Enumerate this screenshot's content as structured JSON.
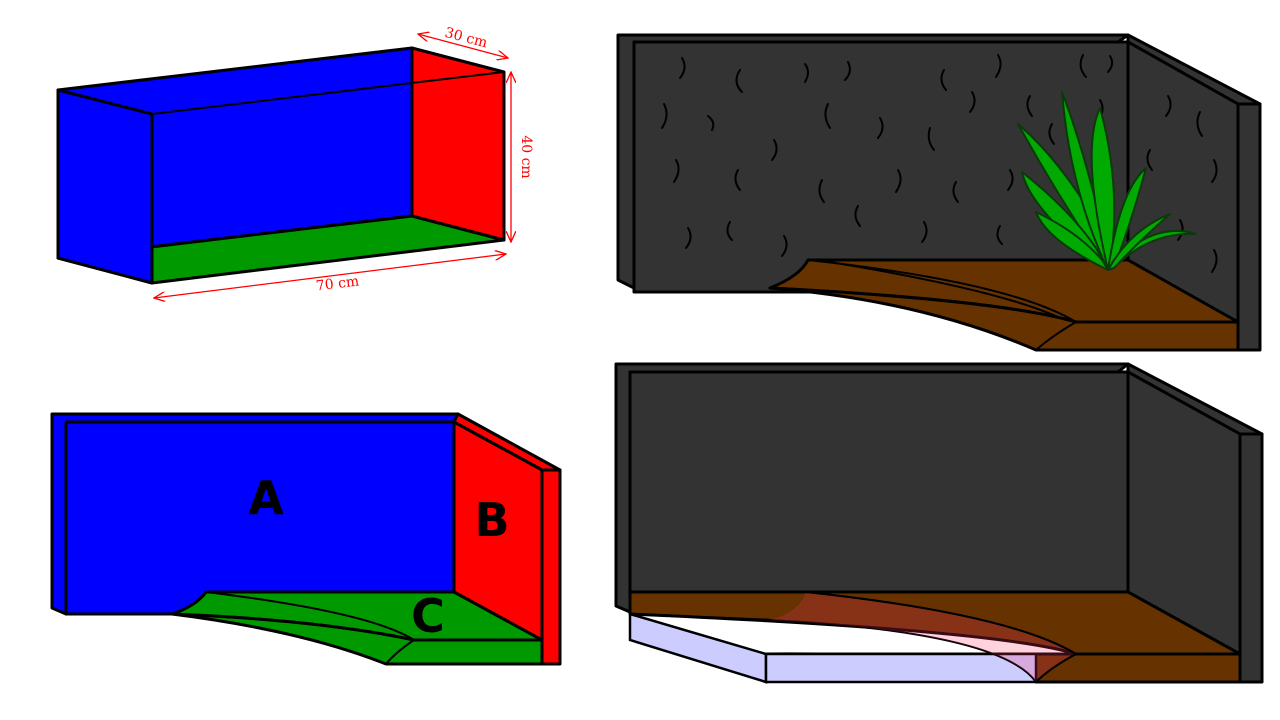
{
  "colors": {
    "back_wall": "#0000ff",
    "side_wall": "#ff0000",
    "floor": "#009900",
    "dark_wall": "#333333",
    "substrate": "#663300",
    "plant": "#00aa00",
    "glass": "#ccccff",
    "dimension": "#ff0000"
  },
  "dimensions": {
    "depth": "30 cm",
    "height": "40 cm",
    "length": "70 cm"
  },
  "labels": {
    "a": "A",
    "b": "B",
    "c": "C"
  },
  "icons": {
    "plant": "agave-plant-icon"
  }
}
